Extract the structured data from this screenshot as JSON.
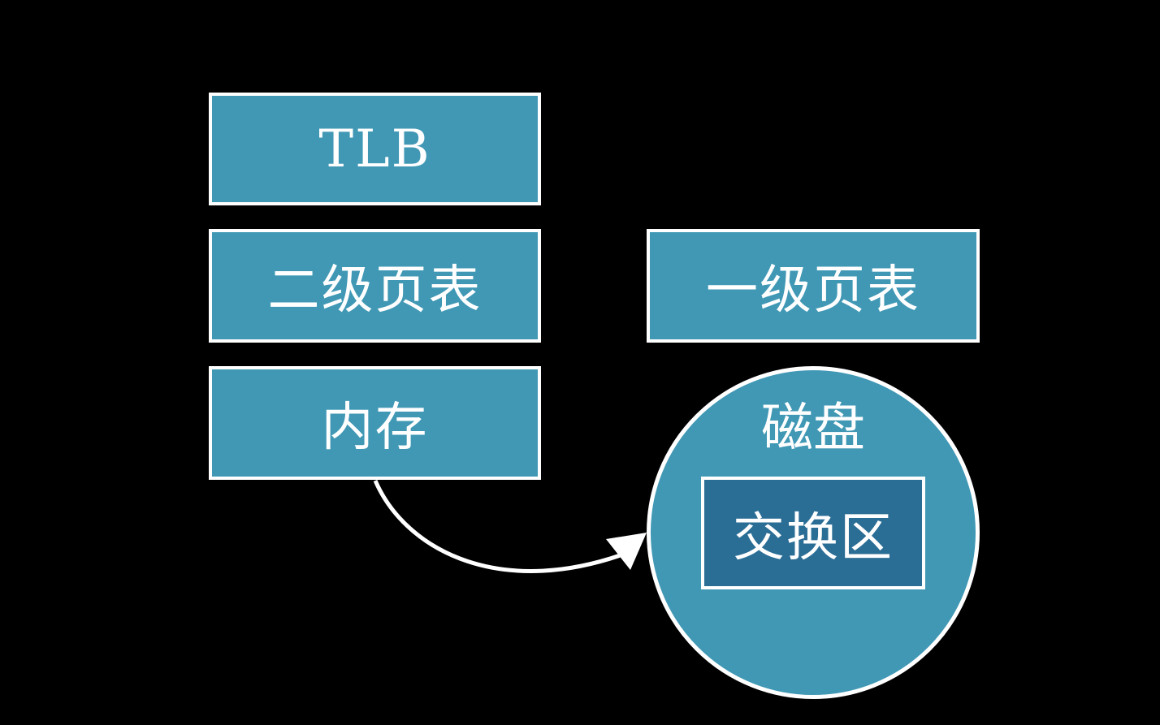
{
  "colors": {
    "background": "#000000",
    "box_fill": "#4098b5",
    "swap_fill": "#2a6d95",
    "border": "#ffffff",
    "text": "#ffffff"
  },
  "diagram": {
    "tlb": "TLB",
    "level2_page_table": "二级页表",
    "memory": "内存",
    "level1_page_table": "一级页表",
    "disk": "磁盘",
    "swap_area": "交换区"
  }
}
